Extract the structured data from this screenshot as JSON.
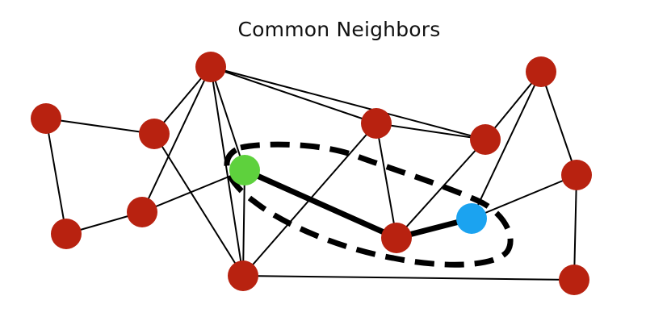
{
  "diagram": {
    "title": "Common Neighbors",
    "colors": {
      "node_default": "#b82210",
      "node_source": "#5ed13d",
      "node_target": "#1ba3f0",
      "edge": "#000000",
      "highlight_region": "#000000"
    },
    "nodes": [
      {
        "id": "n1",
        "role": "default"
      },
      {
        "id": "n2",
        "role": "default"
      },
      {
        "id": "n3",
        "role": "default"
      },
      {
        "id": "n4",
        "role": "default"
      },
      {
        "id": "n5",
        "role": "default"
      },
      {
        "id": "n6",
        "role": "source"
      },
      {
        "id": "n7",
        "role": "default"
      },
      {
        "id": "n8",
        "role": "default"
      },
      {
        "id": "n9",
        "role": "default"
      },
      {
        "id": "n10",
        "role": "target"
      },
      {
        "id": "n11",
        "role": "default"
      },
      {
        "id": "n12",
        "role": "default"
      },
      {
        "id": "n13",
        "role": "default"
      },
      {
        "id": "n14",
        "role": "default"
      },
      {
        "id": "n15",
        "role": "default"
      }
    ],
    "edges": [
      [
        "n1",
        "n2"
      ],
      [
        "n1",
        "n4"
      ],
      [
        "n2",
        "n3"
      ],
      [
        "n3",
        "n5"
      ],
      [
        "n3",
        "n6"
      ],
      [
        "n4",
        "n5"
      ],
      [
        "n4",
        "n7"
      ],
      [
        "n5",
        "n6"
      ],
      [
        "n5",
        "n7"
      ],
      [
        "n5",
        "n8"
      ],
      [
        "n6",
        "n7"
      ],
      [
        "n7",
        "n8"
      ],
      [
        "n7",
        "n13"
      ],
      [
        "n8",
        "n9"
      ],
      [
        "n8",
        "n11"
      ],
      [
        "n9",
        "n10"
      ],
      [
        "n9",
        "n11"
      ],
      [
        "n10",
        "n12"
      ],
      [
        "n10",
        "n14"
      ],
      [
        "n11",
        "n5"
      ],
      [
        "n11",
        "n12"
      ],
      [
        "n12",
        "n15"
      ],
      [
        "n13",
        "n14"
      ],
      [
        "n14",
        "n15"
      ]
    ],
    "highlighted_edges": [
      [
        "n6",
        "n9"
      ],
      [
        "n9",
        "n10"
      ]
    ]
  }
}
